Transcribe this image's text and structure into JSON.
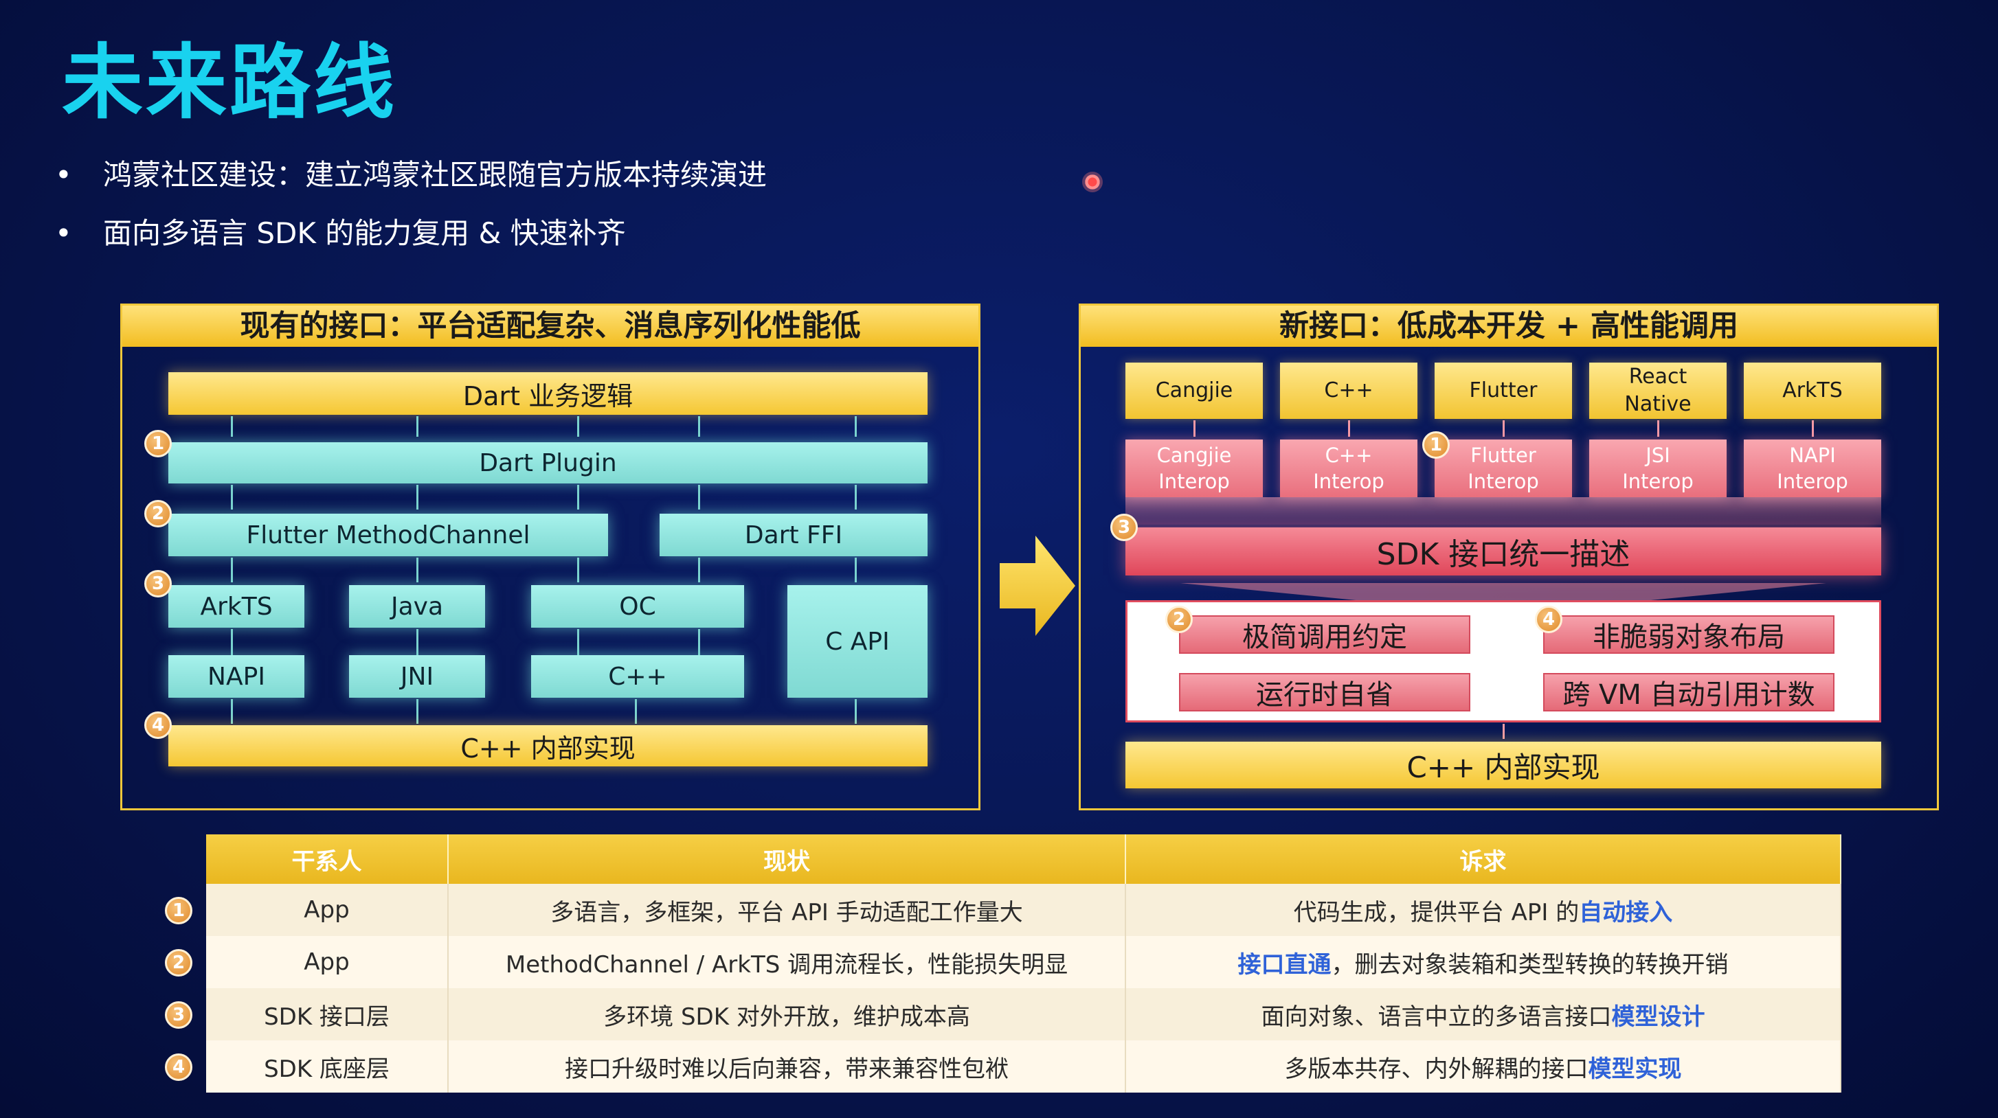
{
  "title": "未来路线",
  "bullets": [
    "鸿蒙社区建设：建立鸿蒙社区跟随官方版本持续演进",
    "面向多语言 SDK 的能力复用 & 快速补齐"
  ],
  "bullet_symbol": "•",
  "left_panel": {
    "header": "现有的接口：平台适配复杂、消息序列化性能低",
    "dart_logic": "Dart 业务逻辑",
    "dart_plugin": "Dart Plugin",
    "flutter_methodchannel": "Flutter MethodChannel",
    "dart_ffi": "Dart FFI",
    "arkts": "ArkTS",
    "java": "Java",
    "oc": "OC",
    "c_api": "C API",
    "napi": "NAPI",
    "jni": "JNI",
    "cpp": "C++",
    "cpp_impl": "C++ 内部实现",
    "badges": [
      "1",
      "2",
      "3",
      "4"
    ]
  },
  "right_panel": {
    "header": "新接口：低成本开发 + 高性能调用",
    "languages": [
      "Cangjie",
      "C++",
      "Flutter",
      "React\nNative",
      "ArkTS"
    ],
    "interops": [
      "Cangjie\nInterop",
      "C++\nInterop",
      "Flutter\nInterop",
      "JSI\nInterop",
      "NAPI\nInterop"
    ],
    "sdk_desc": "SDK 接口统一描述",
    "features": [
      "极简调用约定",
      "非脆弱对象布局",
      "运行时自省",
      "跨 VM 自动引用计数"
    ],
    "cpp_impl": "C++ 内部实现",
    "badges": [
      "1",
      "3",
      "2",
      "4"
    ]
  },
  "table": {
    "headers": [
      "干系人",
      "现状",
      "诉求"
    ],
    "rows": [
      {
        "badge": "1",
        "stakeholder": "App",
        "status": "多语言，多框架，平台 API 手动适配工作量大",
        "demand_pre": "代码生成，提供平台 API 的",
        "demand_hl": "自动接入",
        "demand_post": ""
      },
      {
        "badge": "2",
        "stakeholder": "App",
        "status": "MethodChannel / ArkTS 调用流程长，性能损失明显",
        "demand_pre": "",
        "demand_hl": "接口直通",
        "demand_post": "，删去对象装箱和类型转换的转换开销"
      },
      {
        "badge": "3",
        "stakeholder": "SDK 接口层",
        "status": "多环境 SDK 对外开放，维护成本高",
        "demand_pre": "面向对象、语言中立的多语言接口",
        "demand_hl": "模型设计",
        "demand_post": ""
      },
      {
        "badge": "4",
        "stakeholder": "SDK 底座层",
        "status": "接口升级时难以后向兼容，带来兼容性包袱",
        "demand_pre": "多版本共存、内外解耦的接口",
        "demand_hl": "模型实现",
        "demand_post": ""
      }
    ]
  },
  "colors": {
    "title": "#19d2ef",
    "accent_yellow": "#f2c83a",
    "teal": "#7fd9d2",
    "pink": "#e96f7d",
    "highlight_blue": "#2f62d8"
  }
}
